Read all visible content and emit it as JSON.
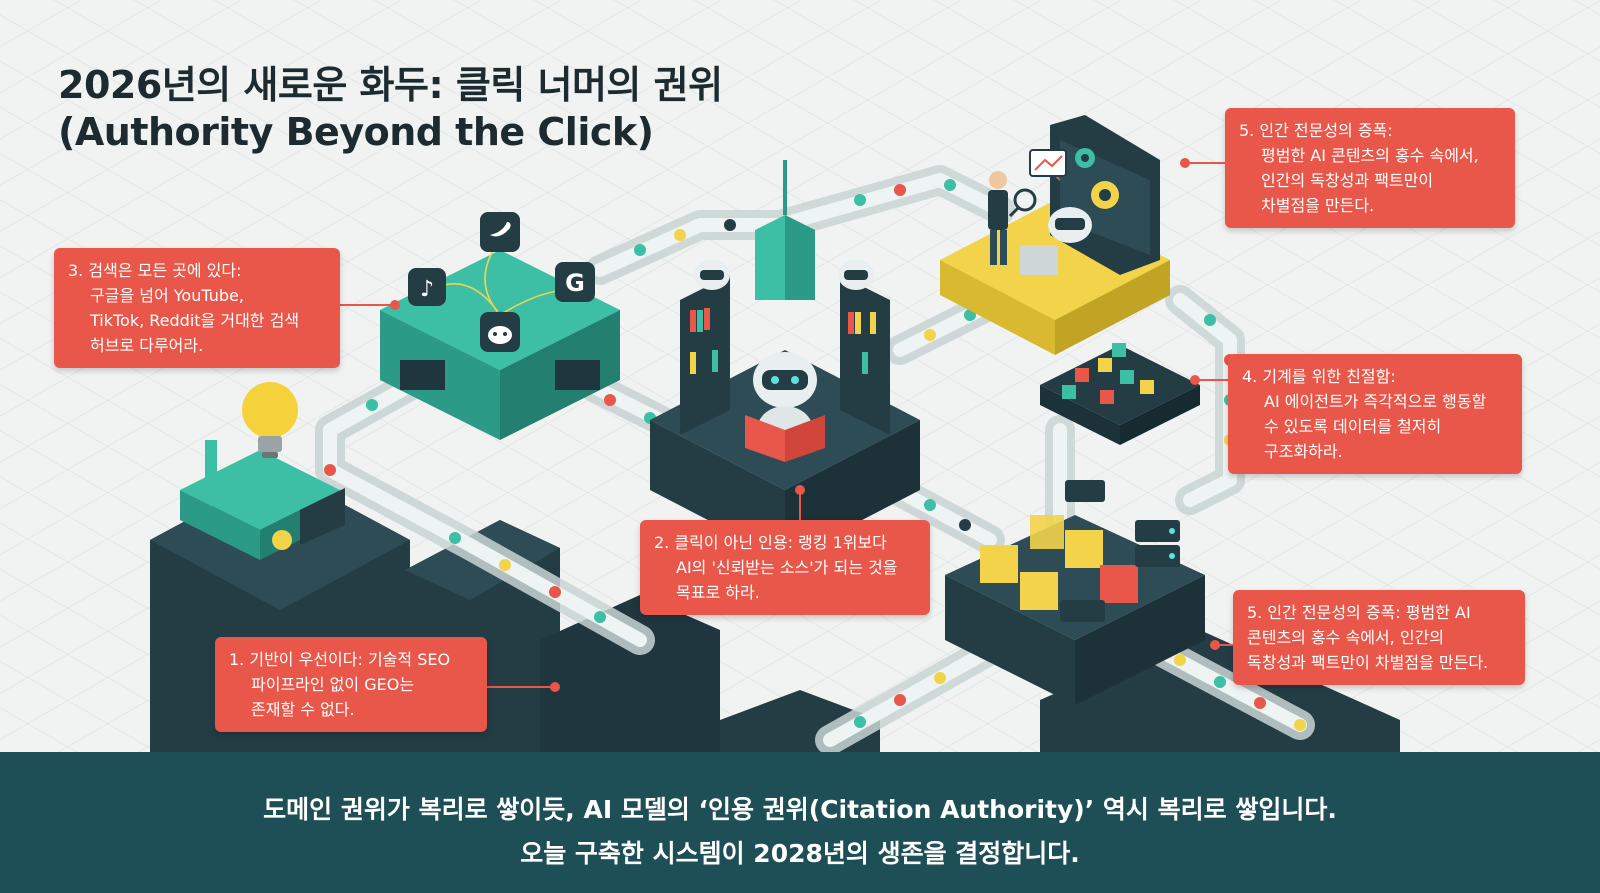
{
  "title": {
    "line1": "2026년의 새로운 화두: 클릭 너머의 권위",
    "line2": "(Authority Beyond the Click)"
  },
  "callouts": {
    "c1": {
      "lines": [
        "1. 기반이 우선이다: 기술적 SEO",
        "파이프라인 없이 GEO는",
        "존재할 수 없다."
      ]
    },
    "c2": {
      "lines": [
        "2. 클릭이 아닌 인용: 랭킹 1위보다",
        "AI의 '신뢰받는 소스'가 되는 것을",
        "목표로 하라."
      ]
    },
    "c3": {
      "lines": [
        "3. 검색은 모든 곳에 있다:",
        "구글을 넘어 YouTube,",
        "TikTok, Reddit을 거대한 검색",
        "허브로 다루어라."
      ]
    },
    "c4": {
      "lines": [
        "4. 기계를 위한 친절함:",
        "AI 에이전트가 즉각적으로 행동할",
        "수 있도록 데이터를 철저히",
        "구조화하라."
      ]
    },
    "c5a": {
      "lines": [
        "5. 인간 전문성의 증폭:",
        "평범한 AI 콘텐츠의 홍수 속에서,",
        "인간의 독창성과 팩트만이",
        "차별점을 만든다."
      ]
    },
    "c5b": {
      "lines": [
        "5. 인간 전문성의 증폭: 평범한 AI",
        "콘텐츠의 홍수 속에서, 인간의",
        "독창성과 팩트만이 차별점을 만든다."
      ]
    }
  },
  "icons": [
    "lightbulb-icon",
    "twitter-icon",
    "tiktok-icon",
    "google-icon",
    "reddit-icon",
    "robot-icon",
    "book-icon",
    "monitor-icon",
    "gear-icon",
    "magnifier-icon",
    "server-icon"
  ],
  "colors": {
    "accent_red": "#e8574a",
    "teal": "#3dbfa5",
    "dark_slate": "#243d45",
    "yellow": "#f3d34a",
    "footer_bg": "#1e4e56"
  },
  "footer": {
    "line1": "도메인 권위가 복리로 쌓이듯, AI 모델의 ‘인용 권위(Citation Authority)’ 역시 복리로 쌓입니다.",
    "line2": "오늘 구축한 시스템이 2028년의 생존을 결정합니다."
  }
}
